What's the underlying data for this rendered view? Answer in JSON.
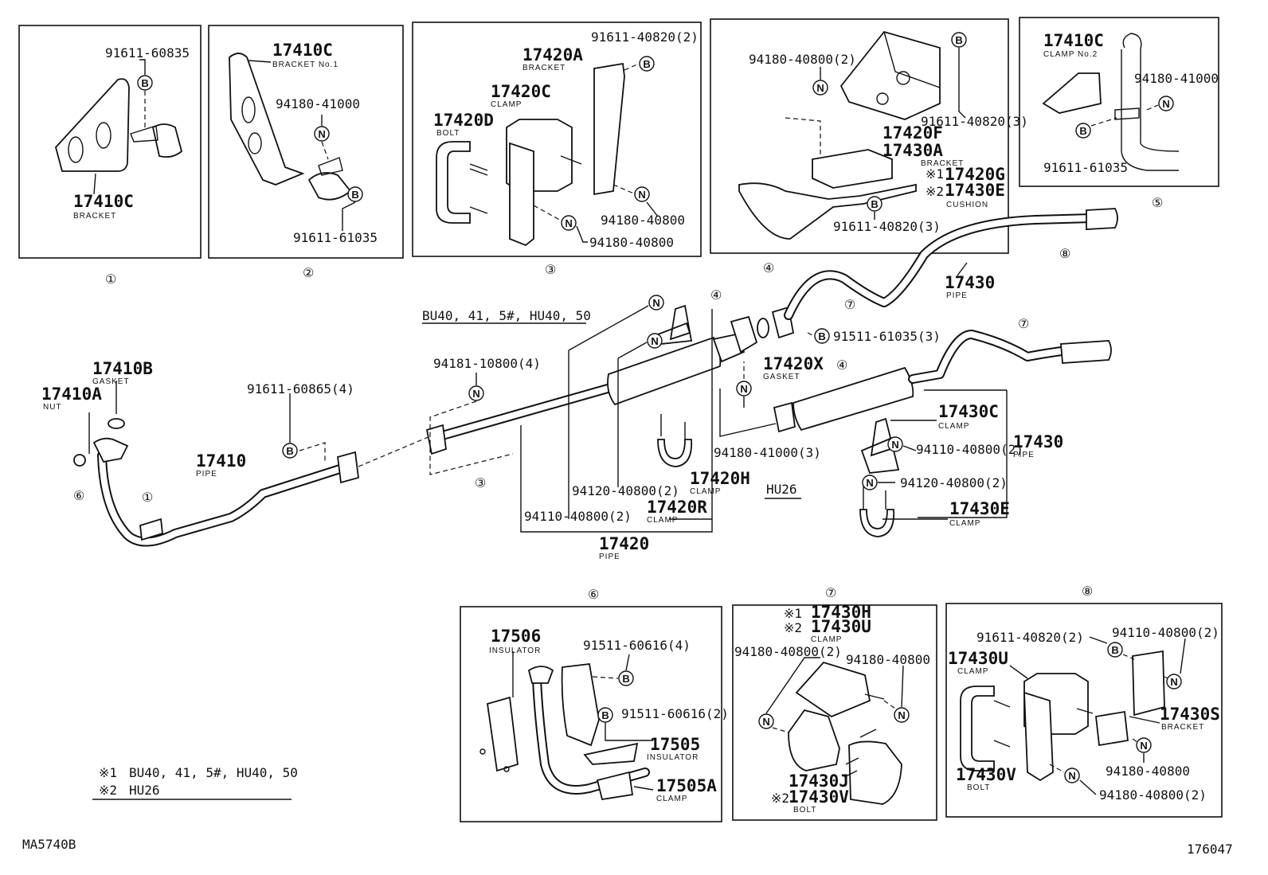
{
  "diagram": {
    "doc_code": "MA5740B",
    "page_code": "176047",
    "panels": [
      {
        "id": "1",
        "mark": "①",
        "parts": [
          {
            "no": "91611-60835",
            "sym": "B"
          },
          {
            "no": "17410C",
            "desc": "BRACKET"
          }
        ]
      },
      {
        "id": "2",
        "mark": "②",
        "parts": [
          {
            "no": "17410C",
            "desc": "BRACKET No.1"
          },
          {
            "no": "94180-41000",
            "sym": "N"
          },
          {
            "no": "91611-61035",
            "sym": "B"
          }
        ]
      },
      {
        "id": "3",
        "mark": "③",
        "parts": [
          {
            "no": "91611-40820(2)",
            "sym": "B"
          },
          {
            "no": "17420A",
            "desc": "BRACKET"
          },
          {
            "no": "17420C",
            "desc": "CLAMP"
          },
          {
            "no": "17420D",
            "desc": "BOLT"
          },
          {
            "no": "94180-40800",
            "sym": "N"
          },
          {
            "no": "94180-40800",
            "sym": "N"
          }
        ]
      },
      {
        "id": "4",
        "mark": "④",
        "parts": [
          {
            "no": "94180-40800(2)",
            "sym": "N"
          },
          {
            "no": "91611-40820(3)",
            "sym": "B"
          },
          {
            "no": "17420F"
          },
          {
            "no": "17430A",
            "desc": "BRACKET"
          },
          {
            "no": "17420G",
            "note": "※1"
          },
          {
            "no": "17430E",
            "note": "※2",
            "desc": "CUSHION"
          },
          {
            "no": "91611-40820(3)",
            "sym": "B"
          }
        ]
      },
      {
        "id": "5",
        "mark": "⑤",
        "parts": [
          {
            "no": "17410C",
            "desc": "CLAMP No.2"
          },
          {
            "no": "94180-41000",
            "sym": "N"
          },
          {
            "no": "91611-61035",
            "sym": "B"
          }
        ]
      },
      {
        "id": "6",
        "mark": "⑥",
        "parts": [
          {
            "no": "17506",
            "desc": "INSULATOR"
          },
          {
            "no": "91511-60616(4)",
            "sym": "B"
          },
          {
            "no": "91511-60616(2)",
            "sym": "B"
          },
          {
            "no": "17505",
            "desc": "INSULATOR"
          },
          {
            "no": "17505A",
            "desc": "CLAMP"
          }
        ]
      },
      {
        "id": "7",
        "mark": "⑦",
        "parts": [
          {
            "no": "17430H",
            "note": "※1"
          },
          {
            "no": "17430U",
            "note": "※2",
            "desc": "CLAMP"
          },
          {
            "no": "94180-40800(2)",
            "sym": "N"
          },
          {
            "no": "94180-40800",
            "sym": "N"
          },
          {
            "no": "17430J"
          },
          {
            "no": "17430V",
            "note": "※2",
            "desc": "BOLT"
          }
        ]
      },
      {
        "id": "8",
        "mark": "⑧",
        "parts": [
          {
            "no": "91611-40820(2)",
            "sym": "B"
          },
          {
            "no": "94110-40800(2)",
            "sym": "N"
          },
          {
            "no": "17430U",
            "desc": "CLAMP"
          },
          {
            "no": "17430S",
            "desc": "BRACKET"
          },
          {
            "no": "17430V",
            "desc": "BOLT"
          },
          {
            "no": "94180-40800",
            "sym": "N"
          },
          {
            "no": "94180-40800(2)",
            "sym": "N"
          }
        ]
      }
    ],
    "main": {
      "variant_label": "BU40, 41, 5#, HU40, 50",
      "hu26_label": "HU26",
      "callouts": [
        {
          "no": "17410B",
          "desc": "GASKET"
        },
        {
          "no": "17410A",
          "desc": "NUT"
        },
        {
          "no": "17410",
          "desc": "PIPE"
        },
        {
          "no": "91611-60865(4)",
          "sym": "B"
        },
        {
          "no": "94181-10800(4)",
          "sym": "N"
        },
        {
          "no": "94120-40800(2)"
        },
        {
          "no": "94110-40800(2)"
        },
        {
          "no": "17420H",
          "desc": "CLAMP"
        },
        {
          "no": "17420R",
          "desc": "CLAMP"
        },
        {
          "no": "17420",
          "desc": "PIPE"
        },
        {
          "no": "17420X",
          "desc": "GASKET"
        },
        {
          "no": "91511-61035(3)",
          "sym": "B"
        },
        {
          "no": "94180-41000(3)",
          "sym": "N"
        },
        {
          "no": "17430",
          "desc": "PIPE"
        },
        {
          "no": "17430C",
          "desc": "CLAMP"
        },
        {
          "no": "94110-40800(2)"
        },
        {
          "no": "17430",
          "desc": "PIPE"
        },
        {
          "no": "94120-40800(2)",
          "sym": "N"
        },
        {
          "no": "17430E",
          "desc": "CLAMP"
        }
      ]
    },
    "legend": [
      {
        "mark": "※1",
        "text": "BU40, 41, 5#, HU40, 50"
      },
      {
        "mark": "※2",
        "text": "HU26"
      }
    ]
  }
}
